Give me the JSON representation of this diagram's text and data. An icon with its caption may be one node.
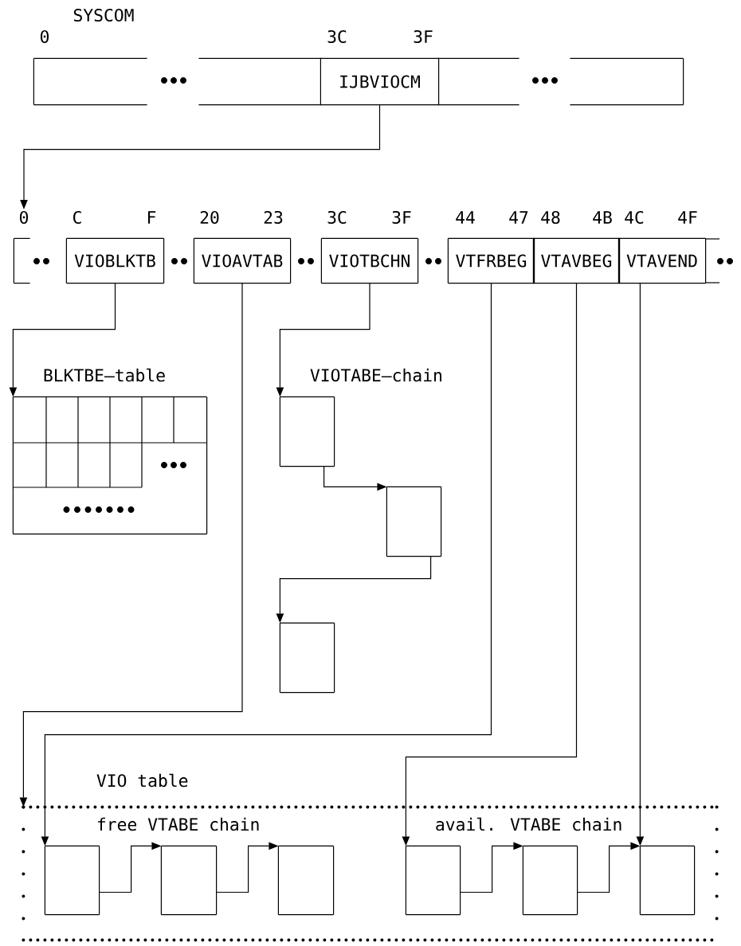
{
  "diagram": {
    "nodes": [
      {
        "text": [],
        "shape": "box"
      },
      {
        "text": [],
        "shape": "box"
      },
      {
        "text": [
          "IJBVIOCM"
        ]
      },
      {
        "text": [],
        "shape": "box"
      },
      {
        "text": [],
        "shape": "box"
      },
      {
        "text": [
          "0"
        ]
      },
      {
        "text": [],
        "shape": "box"
      },
      {
        "text": [
          "VIOBLKTB"
        ]
      },
      {
        "text": [
          "VIOAVTAB"
        ]
      },
      {
        "text": [
          "VIOTBCHN"
        ]
      },
      {
        "text": [
          "VTFRBEG"
        ]
      },
      {
        "text": [
          "VTAVBEG"
        ]
      },
      {
        "text": [
          "VTAVEND"
        ]
      },
      {
        "text": [
          "BLKTBE—table"
        ]
      },
      {
        "text": [],
        "shape": "box"
      },
      {
        "text": [],
        "shape": "box"
      },
      {
        "text": [],
        "shape": "box"
      },
      {
        "text": [
          "VIO table"
        ]
      },
      {
        "text": [],
        "shape": "box",
        "in": 17
      },
      {
        "text": [],
        "shape": "box",
        "in": 17
      },
      {
        "text": [],
        "shape": "box",
        "in": 17
      },
      {
        "text": [],
        "shape": "box",
        "in": 17
      },
      {
        "text": [],
        "shape": "box",
        "in": 17
      },
      {
        "text": [],
        "shape": "box",
        "in": 17
      }
    ],
    "edges": [
      {
        "from": 2,
        "to": 5,
        "arrow": "to"
      },
      {
        "from": 7,
        "to": 13,
        "arrow": "to"
      },
      {
        "from": 9,
        "to": 14,
        "arrow": "to"
      },
      {
        "from": 14,
        "to": 15,
        "arrow": "to"
      },
      {
        "from": 15,
        "to": 16,
        "arrow": "to"
      },
      {
        "from": 8,
        "to": 17,
        "arrow": "to"
      },
      {
        "from": 10,
        "to": 18,
        "arrow": "to"
      },
      {
        "from": 11,
        "to": 21,
        "arrow": "to"
      },
      {
        "from": 12,
        "to": 23,
        "arrow": "to"
      },
      {
        "from": 18,
        "to": 19,
        "arrow": "to"
      },
      {
        "from": 19,
        "to": 20,
        "arrow": "to"
      },
      {
        "from": 21,
        "to": 22,
        "arrow": "to"
      },
      {
        "from": 22,
        "to": 23,
        "arrow": "to"
      }
    ],
    "labels": [
      "SYSCOM",
      "0",
      "3C",
      "3F",
      "C",
      "F",
      "20",
      "23",
      "3C",
      "3F",
      "44",
      "47",
      "48",
      "4B",
      "4C",
      "4F",
      "VIOTABE—chain",
      "free VTABE chain",
      "avail. VTABE chain"
    ]
  }
}
